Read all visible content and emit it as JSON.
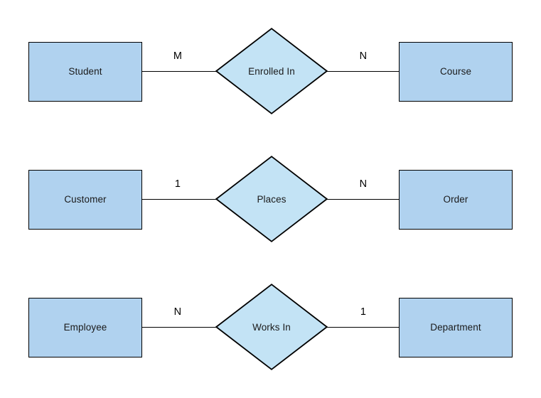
{
  "diagram": {
    "type": "entity-relationship-diagram",
    "background_color": "#ffffff",
    "entity_fill_color": "#b0d2ef",
    "relationship_fill_color": "#c3e3f5",
    "stroke_color": "#000000",
    "rows": [
      {
        "left_entity": "Student",
        "left_cardinality": "M",
        "relationship": "Enrolled In",
        "right_cardinality": "N",
        "right_entity": "Course"
      },
      {
        "left_entity": "Customer",
        "left_cardinality": "1",
        "relationship": "Places",
        "right_cardinality": "N",
        "right_entity": "Order"
      },
      {
        "left_entity": "Employee",
        "left_cardinality": "N",
        "relationship": "Works In",
        "right_cardinality": "1",
        "right_entity": "Department"
      }
    ]
  }
}
